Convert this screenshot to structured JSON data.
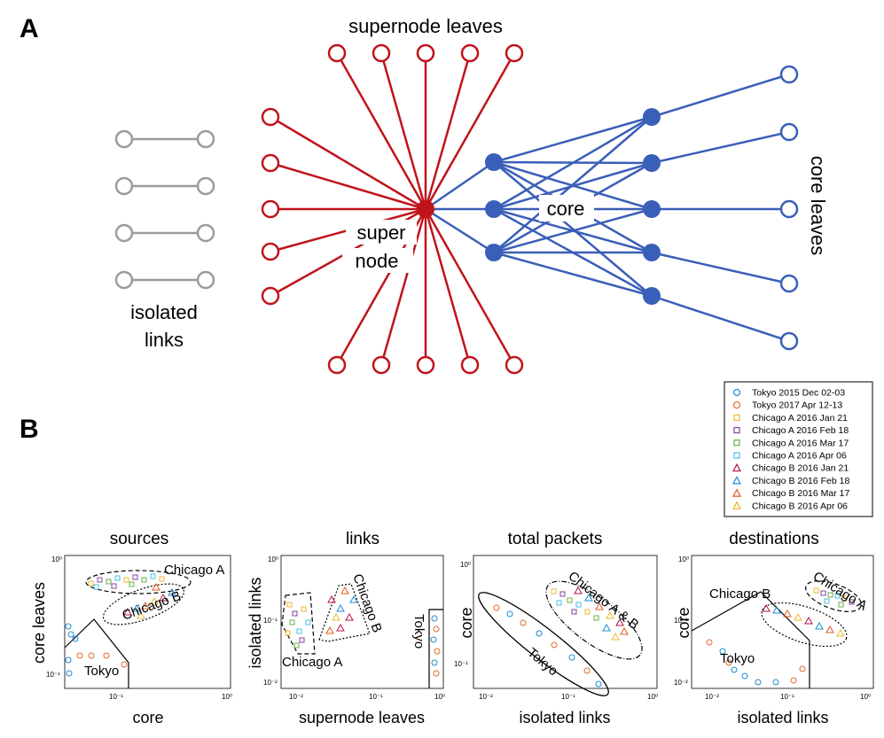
{
  "panelA": {
    "letter": "A",
    "labels": {
      "supernode_leaves": "supernode leaves",
      "core_leaves": "core leaves",
      "core": "core",
      "super": "super",
      "node": "node",
      "isolated": "isolated",
      "links": "links"
    },
    "colors": {
      "red": "#c0141b",
      "blue": "#3a5fb8",
      "gray": "#9b9b9b"
    }
  },
  "panelB": {
    "letter": "B",
    "legend": [
      {
        "label": "Tokyo 2015 Dec 02-03",
        "marker": "circle",
        "color": "#1a8ccf"
      },
      {
        "label": "Tokyo 2017 Apr 12-13",
        "marker": "circle",
        "color": "#e36a27"
      },
      {
        "label": "Chicago A 2016 Jan 21",
        "marker": "square",
        "color": "#f2b531"
      },
      {
        "label": "Chicago A 2016 Feb 18",
        "marker": "square",
        "color": "#8a3fa0"
      },
      {
        "label": "Chicago A 2016 Mar 17",
        "marker": "square",
        "color": "#6aad45"
      },
      {
        "label": "Chicago A 2016 Apr 06",
        "marker": "square",
        "color": "#46bfe8"
      },
      {
        "label": "Chicago B 2016 Jan 21",
        "marker": "triangle",
        "color": "#b5163c"
      },
      {
        "label": "Chicago B 2016 Feb 18",
        "marker": "triangle",
        "color": "#1a8ccf"
      },
      {
        "label": "Chicago B 2016 Mar 17",
        "marker": "triangle",
        "color": "#e3581f"
      },
      {
        "label": "Chicago B 2016 Apr 06",
        "marker": "triangle",
        "color": "#f2b531"
      }
    ],
    "plots": [
      {
        "title": "sources",
        "xlabel": "core",
        "ylabel": "core leaves",
        "xticks": [
          "10⁻¹",
          "10⁰"
        ],
        "yticks": [
          "10⁰",
          "10⁻¹"
        ],
        "annotations": [
          "Chicago A",
          "Chicago B",
          "Tokyo"
        ]
      },
      {
        "title": "links",
        "xlabel": "supernode leaves",
        "ylabel": "isolated links",
        "xticks": [
          "10⁻²",
          "10⁻¹",
          "10⁰"
        ],
        "yticks": [
          "10⁰",
          "10⁻¹",
          "10⁻²"
        ],
        "annotations": [
          "Chicago A",
          "Chicago B",
          "Tokyo"
        ]
      },
      {
        "title": "total packets",
        "xlabel": "isolated links",
        "ylabel": "core",
        "xticks": [
          "10⁻²",
          "10⁻¹",
          "10⁰"
        ],
        "yticks": [
          "10⁰",
          "10⁻¹"
        ],
        "annotations": [
          "Chicago A & B",
          "Tokyo"
        ]
      },
      {
        "title": "destinations",
        "xlabel": "isolated links",
        "ylabel": "core",
        "xticks": [
          "10⁻²",
          "10⁻¹",
          "10⁰"
        ],
        "yticks": [
          "10⁰",
          "10⁻¹",
          "10⁻²"
        ],
        "annotations": [
          "Chicago B",
          "Chicago A",
          "Tokyo"
        ]
      }
    ]
  }
}
